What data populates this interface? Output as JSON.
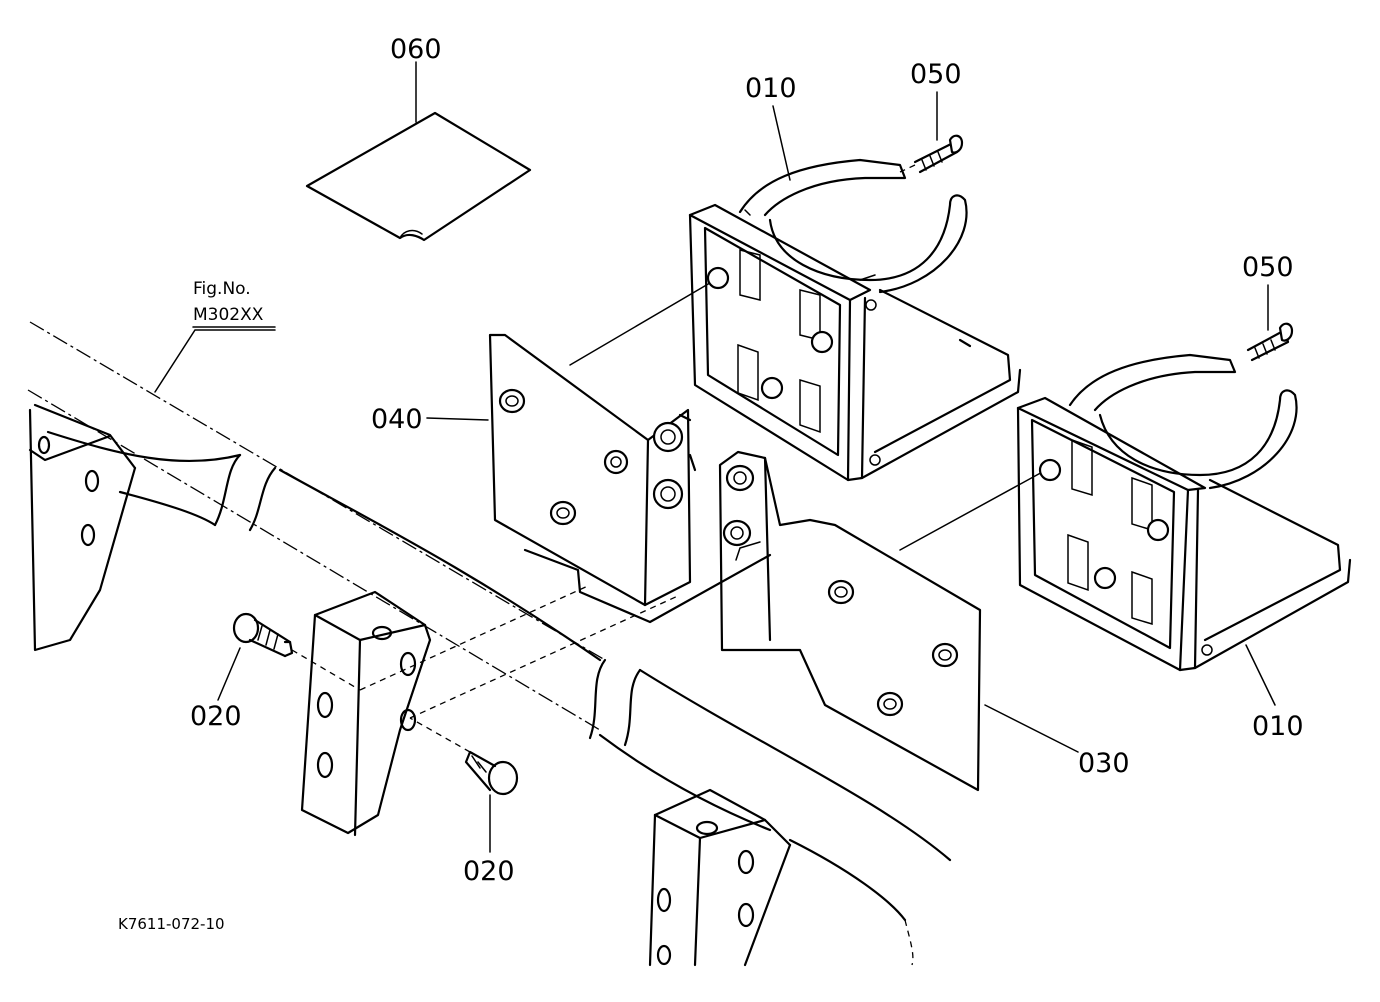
{
  "labels": {
    "p060": "060",
    "p010_top": "010",
    "p050_top": "050",
    "p050_right": "050",
    "p040": "040",
    "p020_left": "020",
    "p020_bottom": "020",
    "p030": "030",
    "p010_right": "010"
  },
  "reference": {
    "fig_line1": "Fig.No.",
    "fig_line2": "M302XX"
  },
  "drawing_number": "K7611-072-10"
}
